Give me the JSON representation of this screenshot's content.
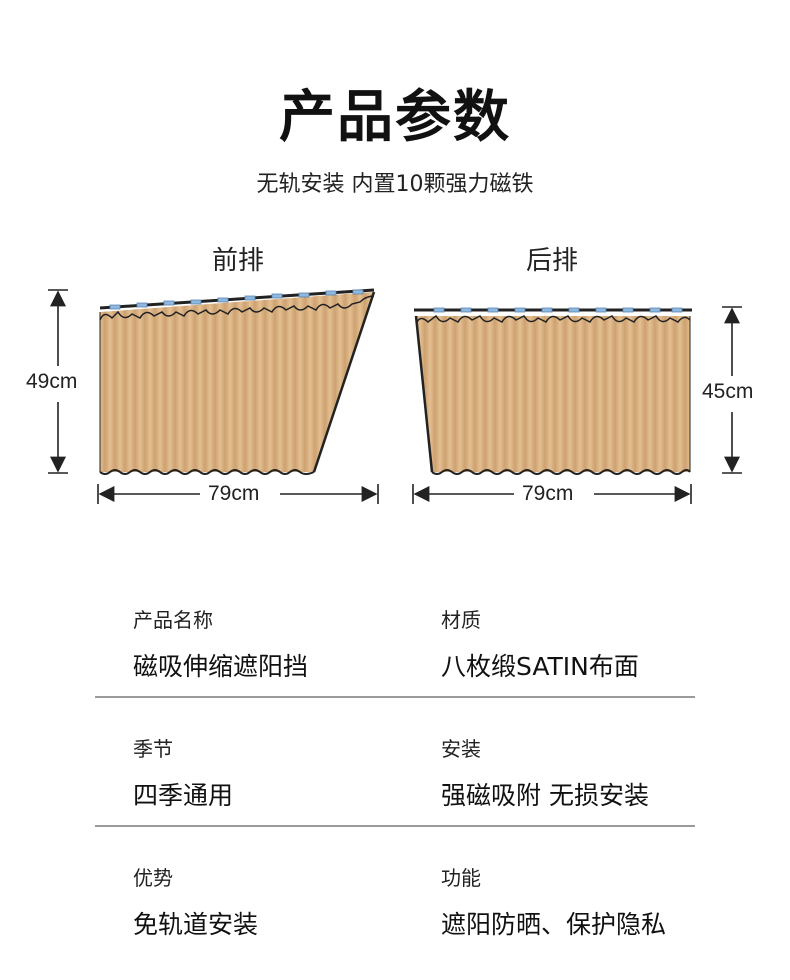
{
  "header": {
    "title": "产品参数",
    "subtitle": "无轨安装 内置10颗强力磁铁"
  },
  "diagrams": {
    "front": {
      "label": "前排",
      "height": "49cm",
      "width": "79cm"
    },
    "rear": {
      "label": "后排",
      "height": "45cm",
      "width": "79cm"
    }
  },
  "colors": {
    "fabric": "#d7ae7f",
    "fabric_dark": "#b88a5a",
    "outline": "#222222",
    "divider": "#9a9a9a"
  },
  "specs": [
    {
      "label": "产品名称",
      "value": "磁吸伸缩遮阳挡"
    },
    {
      "label": "材质",
      "value": "八枚缎SATIN布面"
    },
    {
      "label": "季节",
      "value": "四季通用"
    },
    {
      "label": "安装",
      "value": "强磁吸附 无损安装"
    },
    {
      "label": "优势",
      "value": "免轨道安装"
    },
    {
      "label": "功能",
      "value": "遮阳防晒、保护隐私"
    }
  ]
}
